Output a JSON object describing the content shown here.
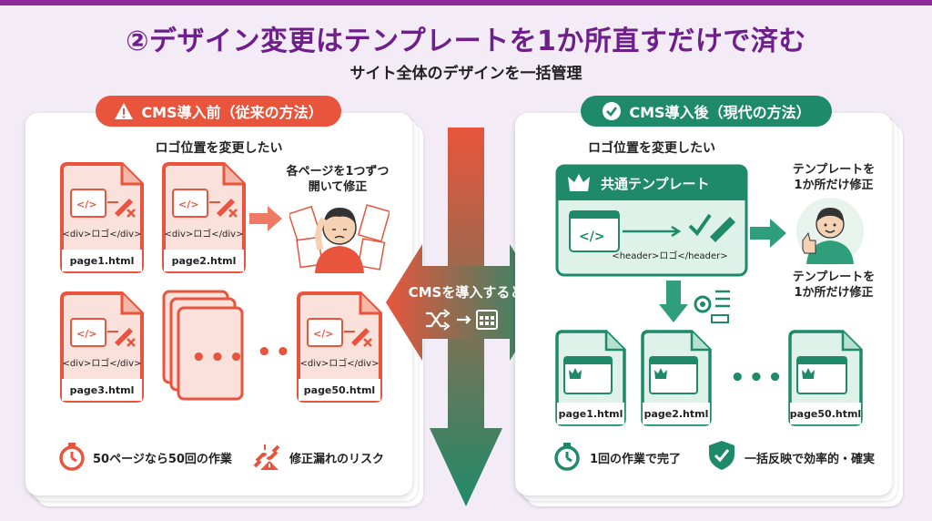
{
  "title": "②デザイン変更はテンプレートを1か所直すだけで済む",
  "subtitle": "サイト全体のデザインを一括管理",
  "before": {
    "badge": "CMS導入前（従来の方法）",
    "heading": "ロゴ位置を変更したい",
    "pages": [
      {
        "file": "page1.html",
        "code": "<div>ロゴ</div>"
      },
      {
        "file": "page2.html",
        "code": "<div>ロゴ</div>"
      },
      {
        "file": "page3.html",
        "code": "<div>ロゴ</div>"
      },
      {
        "file": "page50.html",
        "code": "<div>ロゴ</div>"
      }
    ],
    "caption": [
      "各ページを1つずつ",
      "開いて修正"
    ],
    "dots_stack": "•••",
    "dots_row": "•••",
    "footer_left": "50ページなら50回の作業",
    "footer_right": "修正漏れのリスク"
  },
  "center": {
    "label": "CMSを導入すると"
  },
  "after": {
    "badge": "CMS導入後（現代の方法）",
    "heading": "ロゴ位置を変更したい",
    "template_title": "共通テンプレート",
    "template_code": "<header>ロゴ</header>",
    "caption_top": [
      "テンプレートを",
      "1か所だけ修正"
    ],
    "caption_bottom": [
      "テンプレートを",
      "1か所だけ修正"
    ],
    "pages": [
      {
        "file": "page1.html"
      },
      {
        "file": "page2.html"
      },
      {
        "file": "page50.html"
      }
    ],
    "dots_row": "•••",
    "footer_left": "1回の作業で完了",
    "footer_right": "一括反映で効率的・確実"
  },
  "colors": {
    "red": "#e8553c",
    "green": "#1f8a6a",
    "purple": "#6f1f8c"
  }
}
